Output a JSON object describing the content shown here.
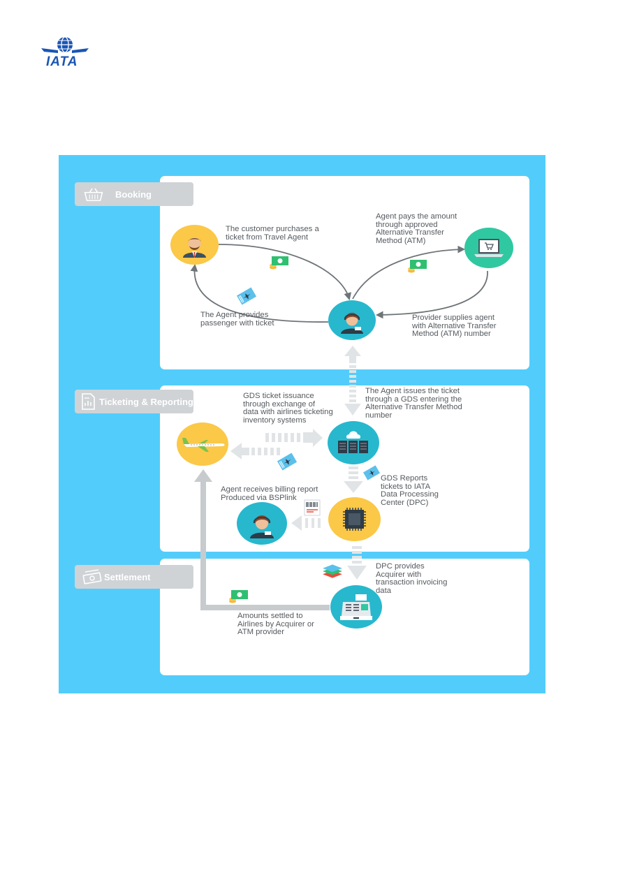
{
  "logo": {
    "text": "IATA"
  },
  "sections": {
    "booking": {
      "label": "Booking"
    },
    "ticketing": {
      "label": "Ticketing & Reporting"
    },
    "settlement": {
      "label": "Settlement"
    }
  },
  "texts": {
    "customer_purchase": "The customer purchases a\nticket from Travel Agent",
    "agent_pays": "Agent pays the amount\nthrough approved\nAlternative Transfer\nMethod (ATM)",
    "agent_provides_ticket": "The Agent provides\npassenger with ticket",
    "provider_supplies": "Provider supplies agent\nwith Alternative Transfer\nMethod (ATM) number",
    "gds_issuance": "GDS ticket issuance\nthrough exchange of\ndata with airlines ticketing\ninventory systems",
    "agent_issues": "The Agent issues the ticket\nthrough a GDS entering the\nAlternative Transfer Method\nnumber",
    "gds_reports": "GDS Reports\ntickets to IATA\nData Processing\nCenter (DPC)",
    "billing_report": "Agent receives billing report\nProduced via BSPlink",
    "dpc_provides": "DPC provides\nAcquirer with\ntransaction invoicing\ndata",
    "amounts_settled": "Amounts settled to\nAirlines by Acquirer or\nATM provider"
  },
  "colors": {
    "background": "#52cdfb",
    "panel": "#ffffff",
    "yellow": "#fbc847",
    "teal": "#27b8ce",
    "green": "#30c8a0",
    "arrow_dark": "#6e7478",
    "arrow_light": "#dcdfe2",
    "logo_blue": "#1a55b5"
  },
  "icons": {
    "customer": "businessman-icon",
    "laptop": "laptop-cart-icon",
    "agent": "travel-agent-icon",
    "airplane": "airplane-icon",
    "servers": "cloud-server-icon",
    "chip": "processor-chip-icon",
    "agent2": "billing-agent-icon",
    "register": "cash-register-icon",
    "money": "money-icon",
    "ticket": "plane-ticket-icon",
    "report": "barcode-report-icon",
    "stack": "layer-stack-icon"
  }
}
